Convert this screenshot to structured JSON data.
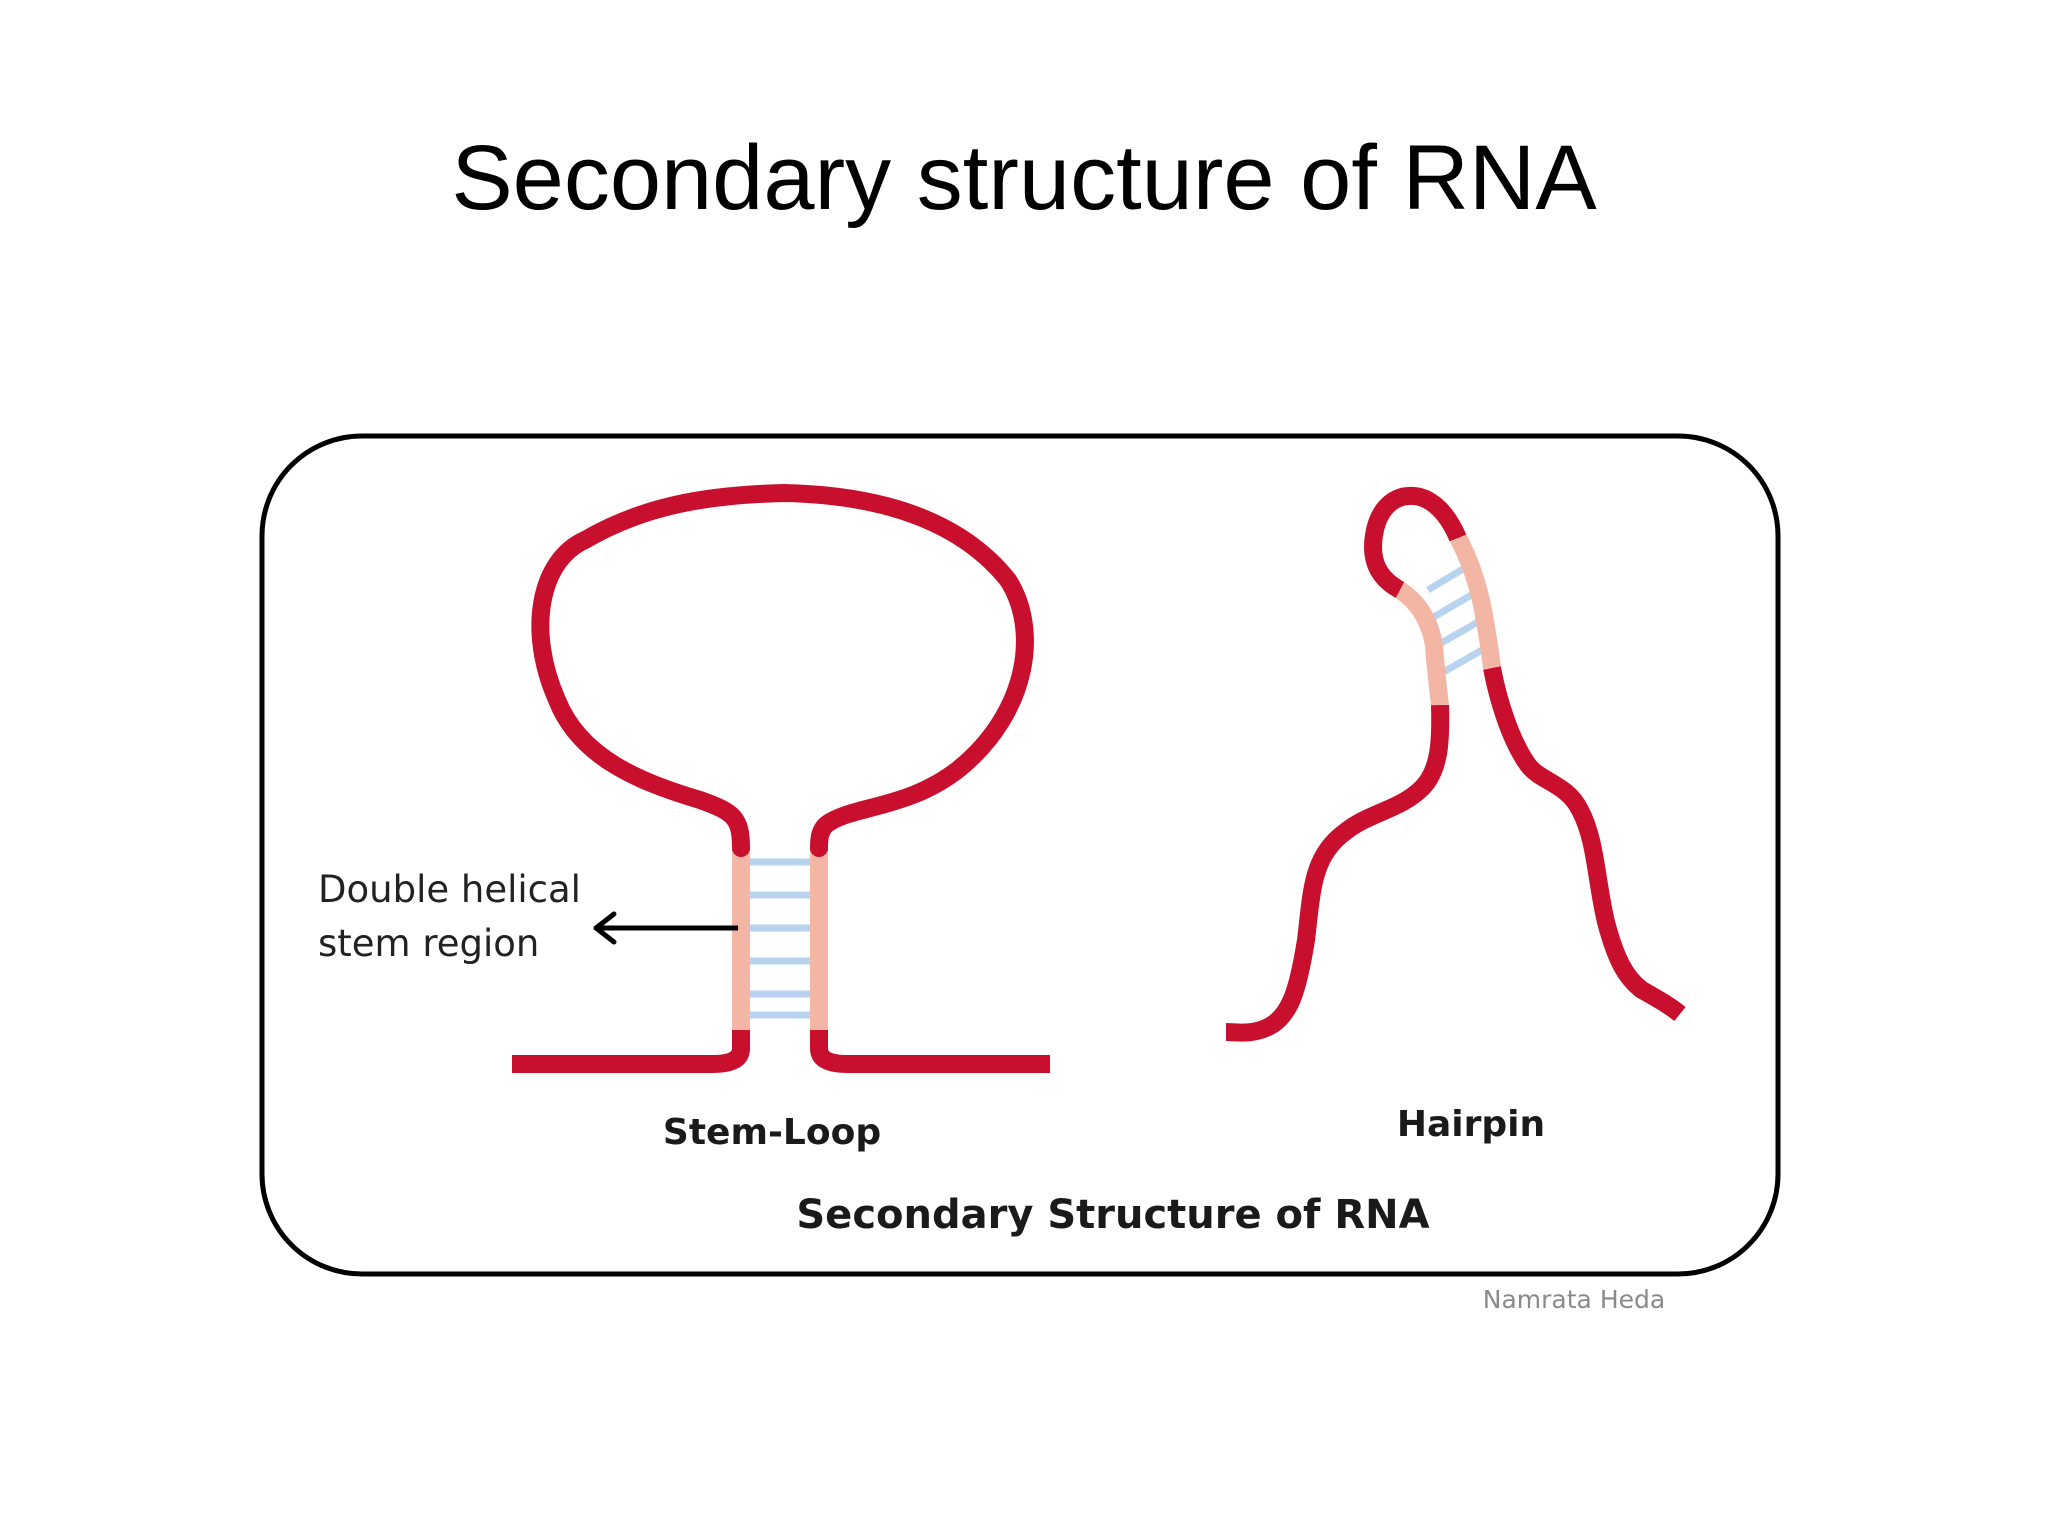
{
  "slide": {
    "title": "Secondary structure of RNA"
  },
  "figure": {
    "stem_label_line1": "Double helical",
    "stem_label_line2": "stem region",
    "stem_loop_caption": "Stem-Loop",
    "hairpin_caption": "Hairpin",
    "figure_caption": "Secondary Structure of RNA",
    "credit": "Namrata Heda"
  },
  "colors": {
    "strand": "#c8102e",
    "paired_strand": "#f4b6a4",
    "base_pair": "#b7d3f0",
    "frame": "#000000",
    "arrow": "#000000"
  },
  "icons": {
    "arrow": "arrow-left-icon"
  }
}
